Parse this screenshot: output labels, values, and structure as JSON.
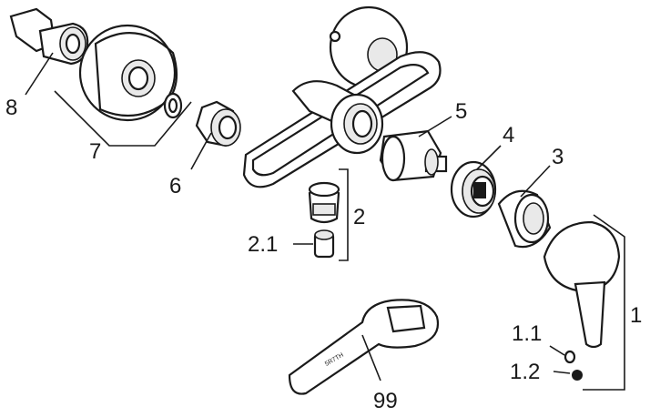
{
  "labels": {
    "p1": "1",
    "p1_1": "1.1",
    "p1_2": "1.2",
    "p2": "2",
    "p2_1": "2.1",
    "p3": "3",
    "p4": "4",
    "p5": "5",
    "p6": "6",
    "p7": "7",
    "p8": "8",
    "p99": "99"
  },
  "tool_marking": "5R7TH"
}
